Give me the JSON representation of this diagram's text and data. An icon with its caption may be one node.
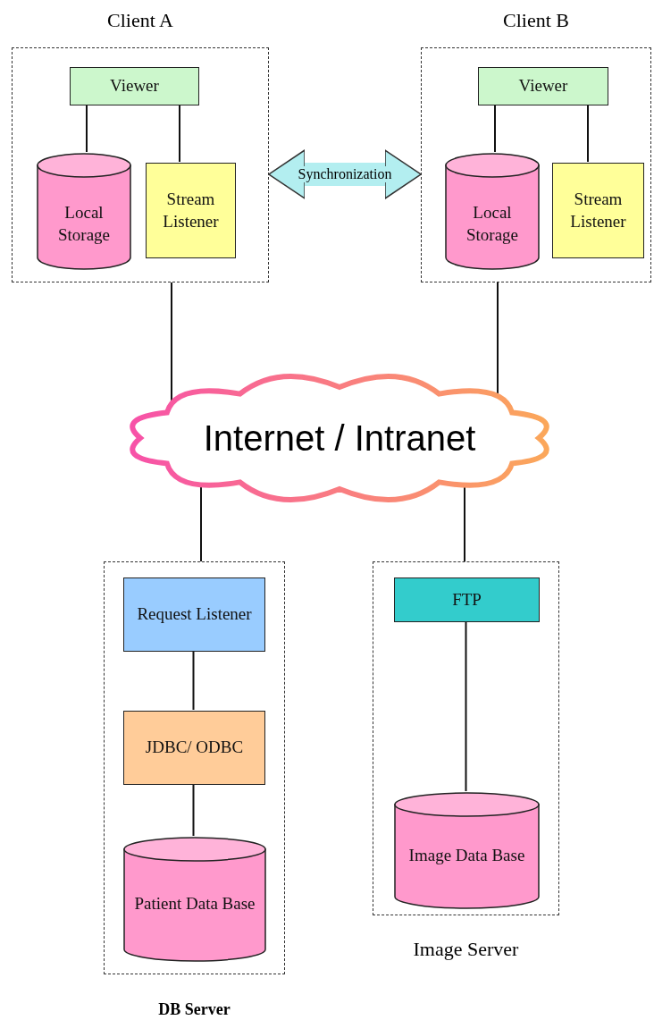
{
  "diagram": {
    "nodes": [
      {
        "text": [
          "Client A"
        ]
      },
      {
        "text": [
          "Viewer"
        ],
        "in": 0
      },
      {
        "text": [
          "Local Storage"
        ],
        "in": 0
      },
      {
        "text": [
          "Stream Listener"
        ],
        "in": 0
      },
      {
        "text": [
          "Client B"
        ]
      },
      {
        "text": [
          "Viewer"
        ],
        "in": 4
      },
      {
        "text": [
          "Local Storage"
        ],
        "in": 4
      },
      {
        "text": [
          "Stream Listener"
        ],
        "in": 4
      },
      {
        "text": [
          "Internet / Intranet"
        ]
      },
      {
        "text": [
          "DB Server"
        ]
      },
      {
        "text": [
          "Request Listener"
        ],
        "in": 9
      },
      {
        "text": [
          "JDBC/ ODBC"
        ],
        "in": 9
      },
      {
        "text": [
          "Patient Data Base"
        ],
        "in": 9
      },
      {
        "text": [
          "Image Server"
        ]
      },
      {
        "text": [
          "FTP"
        ],
        "in": 13
      },
      {
        "text": [
          "Image Data Base"
        ],
        "in": 13
      }
    ],
    "edges": [
      {
        "from": 1,
        "to": 2,
        "arrow": "none"
      },
      {
        "from": 1,
        "to": 3,
        "arrow": "none"
      },
      {
        "from": 5,
        "to": 6,
        "arrow": "none"
      },
      {
        "from": 5,
        "to": 7,
        "arrow": "none"
      },
      {
        "from": 0,
        "to": 4,
        "arrow": "both",
        "label": "Synchronization",
        "style": "thick",
        "color": "#b3eef0"
      },
      {
        "from": 0,
        "to": 8,
        "arrow": "none"
      },
      {
        "from": 4,
        "to": 8,
        "arrow": "none"
      },
      {
        "from": 8,
        "to": 9,
        "arrow": "none"
      },
      {
        "from": 8,
        "to": 13,
        "arrow": "none"
      },
      {
        "from": 10,
        "to": 11,
        "arrow": "none"
      },
      {
        "from": 11,
        "to": 12,
        "arrow": "none"
      },
      {
        "from": 14,
        "to": 15,
        "arrow": "none"
      }
    ]
  }
}
